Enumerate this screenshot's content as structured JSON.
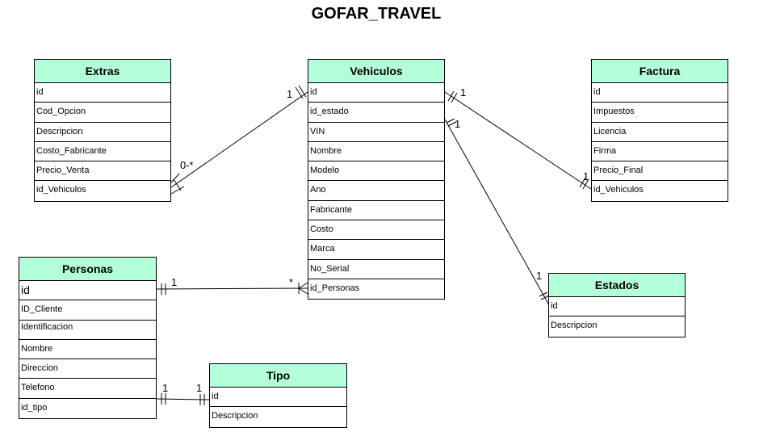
{
  "title": "GOFAR_TRAVEL",
  "entities": {
    "extras": {
      "name": "Extras",
      "fields": [
        "id",
        "Cod_Opcion",
        "Descripcion",
        "Costo_Fabricante",
        "Precio_Venta",
        "id_Vehiculos"
      ]
    },
    "vehiculos": {
      "name": "Vehiculos",
      "fields": [
        "id",
        "id_estado",
        "VIN",
        "Nombre",
        "Modelo",
        "Ano",
        "Fabricante",
        "Costo",
        "Marca",
        "No_Serial",
        "id_Personas"
      ]
    },
    "factura": {
      "name": "Factura",
      "fields": [
        "id",
        "Impuestos",
        "Licencia",
        "Firma",
        "Precio_Final",
        "id_Vehiculos"
      ]
    },
    "personas": {
      "name": "Personas",
      "fields": [
        "id",
        "ID_Cliente",
        "Identificacion",
        "Nombre",
        "Direccion",
        "Telefono",
        "id_tipo"
      ]
    },
    "estados": {
      "name": "Estados",
      "fields": [
        "id",
        "Descripcion"
      ]
    },
    "tipo": {
      "name": "Tipo",
      "fields": [
        "id",
        "Descripcion"
      ]
    }
  },
  "relationships": [
    {
      "from": "Vehiculos.id",
      "to": "Extras.id_Vehiculos",
      "from_card": "1",
      "to_card": "0-*"
    },
    {
      "from": "Vehiculos.id",
      "to": "Factura.id_Vehiculos",
      "from_card": "1",
      "to_card": "1"
    },
    {
      "from": "Vehiculos.id_estado",
      "to": "Estados.id",
      "from_card": "1",
      "to_card": "1"
    },
    {
      "from": "Personas.id",
      "to": "Vehiculos.id_Personas",
      "from_card": "1",
      "to_card": "*"
    },
    {
      "from": "Personas.id_tipo",
      "to": "Tipo.id",
      "from_card": "1",
      "to_card": "1"
    }
  ]
}
